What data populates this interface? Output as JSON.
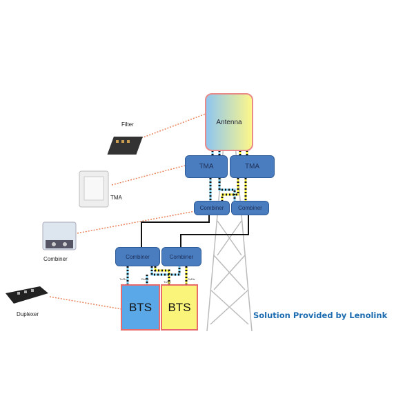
{
  "antenna": {
    "label": "Antenna"
  },
  "tma": [
    {
      "label": "TMA"
    },
    {
      "label": "TMA"
    }
  ],
  "upper_combiners": [
    {
      "label": "Combiner"
    },
    {
      "label": "Combiner"
    }
  ],
  "lower_combiners": [
    {
      "label": "Combiner"
    },
    {
      "label": "Combiner"
    }
  ],
  "bts": [
    {
      "label": "BTS",
      "color": "#5aa8e8"
    },
    {
      "label": "BTS",
      "color": "#fbf47a"
    }
  ],
  "port_labels": [
    "Tx/Rx",
    "RxDiv",
    "Tx/Rx",
    "RxDiv"
  ],
  "components": {
    "filter": "Filter",
    "tma": "TMA",
    "combiner": "Combiner",
    "duplexer": "Duplexer"
  },
  "credit": "Solution Provided by Lenolink",
  "colors": {
    "box_blue": "#4a7cc0",
    "credit": "#1a6bb0",
    "leader": "#e8825a"
  }
}
